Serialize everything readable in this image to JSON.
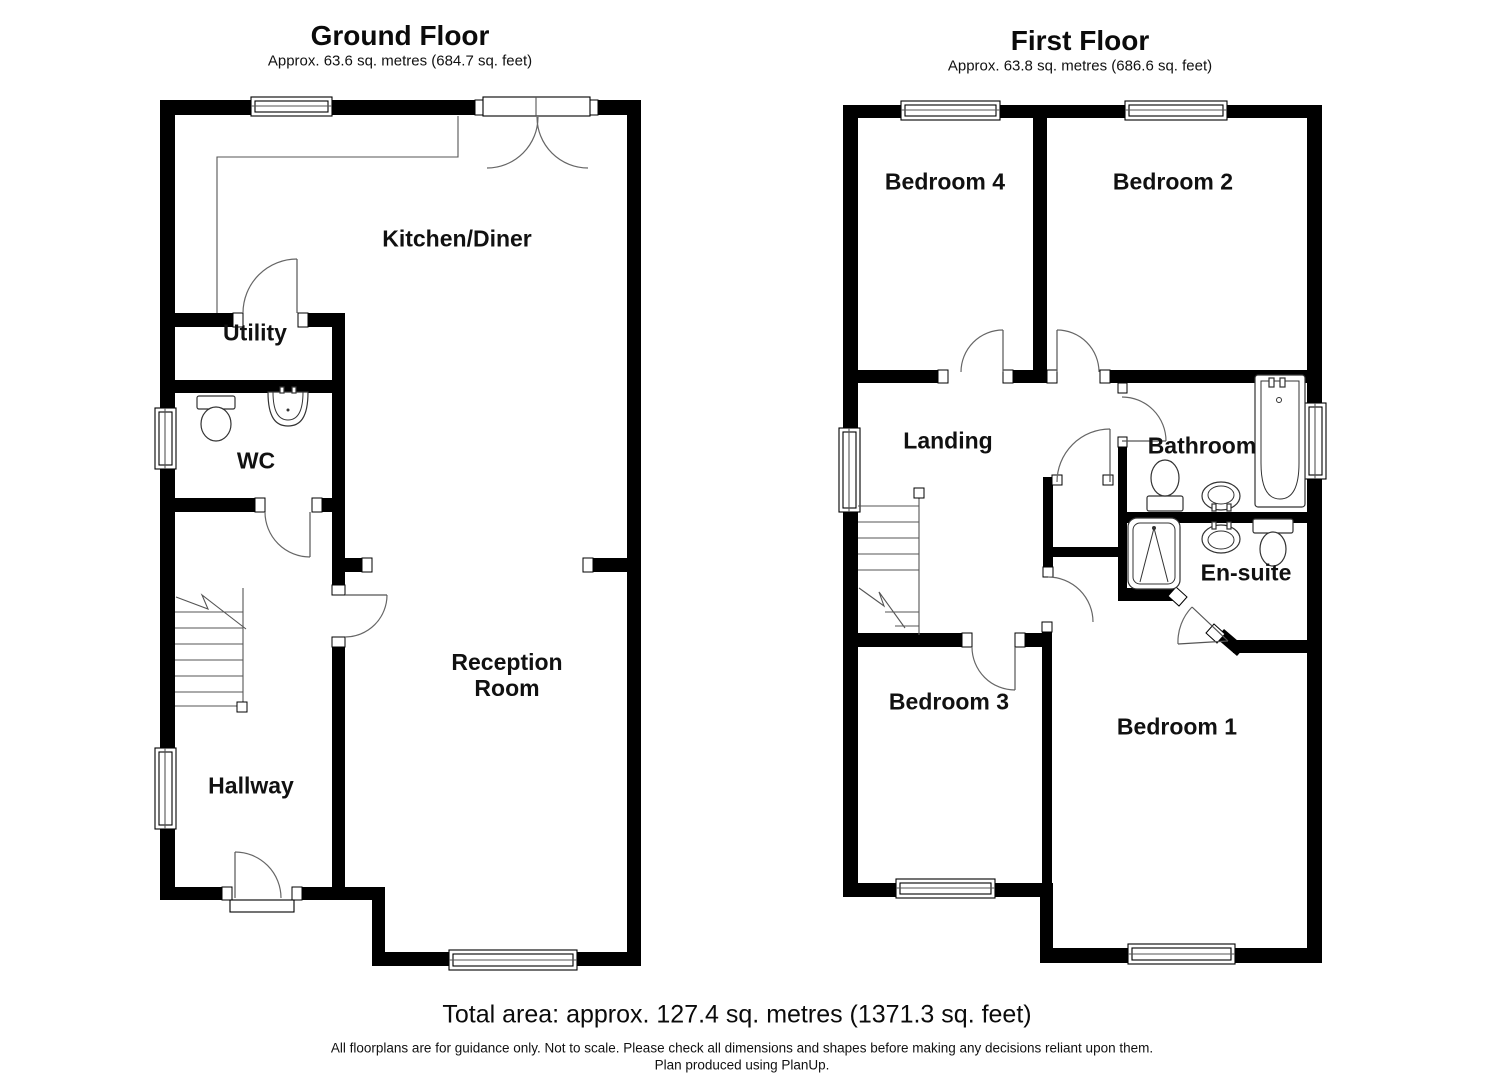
{
  "ground_floor": {
    "title": "Ground Floor",
    "subtitle": "Approx. 63.6 sq. metres (684.7 sq. feet)",
    "rooms": {
      "kitchen_diner": "Kitchen/Diner",
      "utility": "Utility",
      "wc": "WC",
      "reception": "Reception Room",
      "hallway": "Hallway"
    }
  },
  "first_floor": {
    "title": "First Floor",
    "subtitle": "Approx. 63.8 sq. metres (686.6 sq. feet)",
    "rooms": {
      "bedroom4": "Bedroom 4",
      "bedroom2": "Bedroom 2",
      "landing": "Landing",
      "bathroom": "Bathroom",
      "ensuite": "En-suite",
      "bedroom3": "Bedroom 3",
      "bedroom1": "Bedroom 1"
    }
  },
  "footer": {
    "total_area": "Total area: approx. 127.4 sq. metres (1371.3 sq. feet)",
    "disclaimer": "All floorplans are for guidance only. Not to scale. Please check all dimensions and shapes before making any decisions reliant upon them.",
    "credit": "Plan produced using PlanUp."
  },
  "colors": {
    "background": "#ffffff",
    "wall": "#000000",
    "door_arc": "#666666"
  }
}
